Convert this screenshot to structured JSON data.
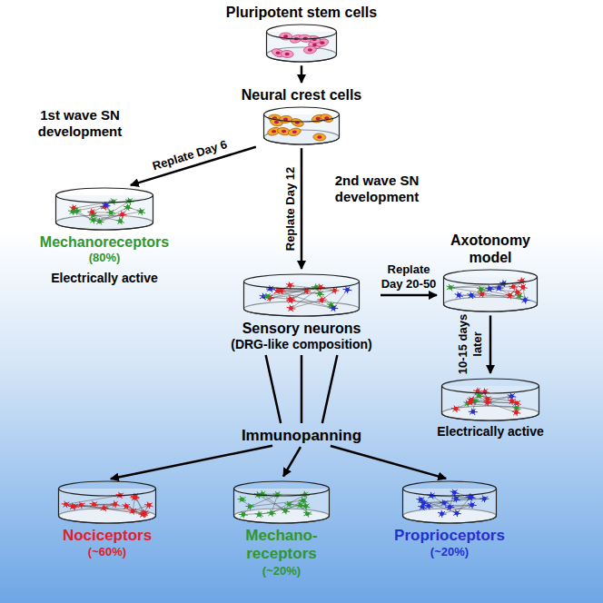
{
  "diagram": {
    "nodes": [
      {
        "text": [
          "Pluripotent stem cells"
        ]
      },
      {
        "text": [
          "Neural crest cells"
        ]
      },
      {
        "text": [
          "Mechanoreceptors",
          "(80%)",
          "Electrically active"
        ]
      },
      {
        "text": [
          "Sensory neurons",
          "(DRG-like composition)"
        ]
      },
      {
        "text": [
          "Axotonomy model"
        ]
      },
      {
        "text": [
          "Electrically active"
        ]
      },
      {
        "text": [
          "Immunopanning"
        ]
      },
      {
        "text": [
          "Nociceptors",
          "(~60%)"
        ]
      },
      {
        "text": [
          "Mechano-receptors",
          "(~20%)"
        ]
      },
      {
        "text": [
          "Proprioceptors",
          "(~20%)"
        ]
      }
    ],
    "edges": [
      {
        "from": 0,
        "to": 1,
        "arrow": "to"
      },
      {
        "from": 1,
        "to": 2,
        "label": "Replate Day 6",
        "arrow": "to"
      },
      {
        "from": 1,
        "to": 3,
        "label": "Replate Day 12",
        "arrow": "to"
      },
      {
        "from": 3,
        "to": 4,
        "label": "Replate Day 20-50",
        "arrow": "to"
      },
      {
        "from": 4,
        "to": 5,
        "label": "10-15 days later",
        "arrow": "to"
      },
      {
        "from": 3,
        "to": 6,
        "arrow": "none"
      },
      {
        "from": 6,
        "to": 7,
        "arrow": "to"
      },
      {
        "from": 6,
        "to": 8,
        "arrow": "to"
      },
      {
        "from": 6,
        "to": 9,
        "arrow": "to"
      }
    ],
    "labels": [
      "1st wave SN development",
      "2nd wave SN development"
    ]
  }
}
